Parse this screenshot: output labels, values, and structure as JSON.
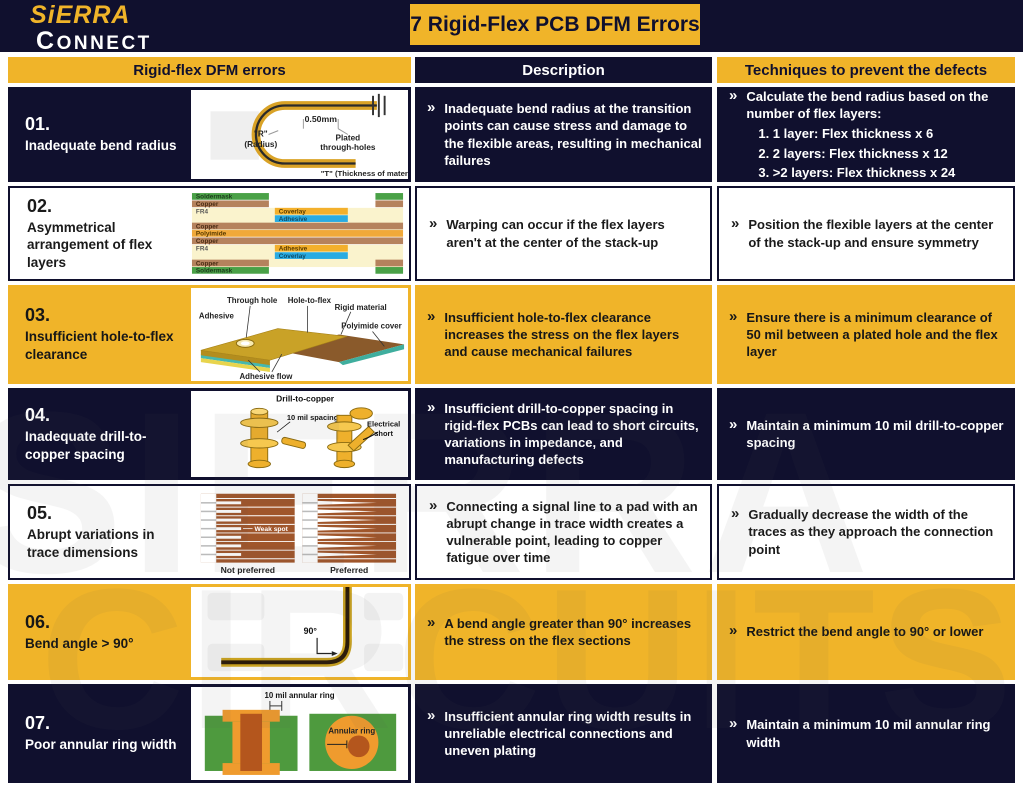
{
  "brand": {
    "name_top": "SiERRA",
    "name_bottom": "CONNECT"
  },
  "title": "7 Rigid-Flex PCB DFM Errors",
  "bullet": "»",
  "watermark": {
    "line1": "SIERRA",
    "line2": "CIRCUITS"
  },
  "columns": {
    "errors": "Rigid-flex DFM errors",
    "description": "Description",
    "techniques": "Techniques to prevent the defects"
  },
  "colors": {
    "navy": "#10102e",
    "yellow": "#f0b429",
    "white": "#ffffff",
    "copper_brown": "#b5825d",
    "trace_brown": "#a0562b",
    "soldermask_green": "#4aa147",
    "adhesive_blue": "#29abe2",
    "fr4_cream": "#faf3cd",
    "gold": "#eeb02c"
  },
  "rows": [
    {
      "number": "01.",
      "label": "Inadequate bend radius",
      "description": "Inadequate bend radius at the transition points can cause stress and damage to the flexible areas, resulting in mechanical failures",
      "technique_intro": "Calculate the bend radius based on the number of flex layers:",
      "technique_list": [
        "1. 1 layer: Flex thickness x 6",
        "2. 2 layers: Flex thickness x 12",
        "3. >2 layers: Flex thickness x 24"
      ],
      "illustration": {
        "dim": "0.50mm",
        "plated_1": "Plated",
        "plated_2": "through-holes",
        "radius_1": "\"R\"",
        "radius_2": "(Radius)",
        "thickness": "\"T\" (Thickness of material)"
      }
    },
    {
      "number": "02.",
      "label": "Asymmetrical arrangement of flex layers",
      "description": "Warping can occur if the flex layers aren't at the center of the stack-up",
      "technique": "Position the flexible layers at the center of the stack-up and ensure symmetry",
      "illustration": {
        "layers": [
          "Soldermask",
          "Copper",
          "FR4",
          "Coverlay",
          "Adhesive",
          "Copper",
          "Polyimide",
          "Copper",
          "FR4",
          "Adhesive",
          "Coverlay",
          "Copper",
          "Soldermask"
        ]
      }
    },
    {
      "number": "03.",
      "label": "Insufficient hole-to-flex clearance",
      "description": "Insufficient hole-to-flex clearance increases the stress on the flex layers and cause mechanical failures",
      "technique": "Ensure there is a minimum clearance of 50 mil between a plated hole and the flex layer",
      "illustration": {
        "through_hole": "Through hole",
        "hole_to_flex": "Hole-to-flex",
        "rigid": "Rigid material",
        "adhesive": "Adhesive",
        "polyimide": "Polyimide cover",
        "adhesive_flow": "Adhesive flow"
      }
    },
    {
      "number": "04.",
      "label": "Inadequate drill-to-copper spacing",
      "description": "Insufficient drill-to-copper spacing in rigid-flex PCBs can lead to short circuits, variations in impedance, and manufacturing defects",
      "technique": "Maintain a minimum 10 mil drill-to-copper spacing",
      "illustration": {
        "title": "Drill-to-copper",
        "spacing": "10 mil spacing",
        "short_1": "Electrical",
        "short_2": "short"
      }
    },
    {
      "number": "05.",
      "label": "Abrupt variations in trace dimensions",
      "description": "Connecting a signal line to a pad with an abrupt change in trace width creates a vulnerable point, leading to copper fatigue over time",
      "technique": "Gradually decrease the width of the traces as they approach the connection point",
      "illustration": {
        "weak_spot": "Weak spot",
        "left_caption": "Not preferred",
        "right_caption": "Preferred"
      }
    },
    {
      "number": "06.",
      "label": "Bend angle > 90°",
      "description": "A bend angle greater than 90° increases the stress on the flex sections",
      "technique": "Restrict the bend angle to 90° or lower",
      "illustration": {
        "angle": "90°"
      }
    },
    {
      "number": "07.",
      "label": "Poor annular ring width",
      "description": "Insufficient annular ring width results in unreliable electrical connections and uneven plating",
      "technique": "Maintain a minimum 10 mil annular ring width",
      "illustration": {
        "dim": "10 mil annular ring",
        "ring": "Annular ring"
      }
    }
  ]
}
